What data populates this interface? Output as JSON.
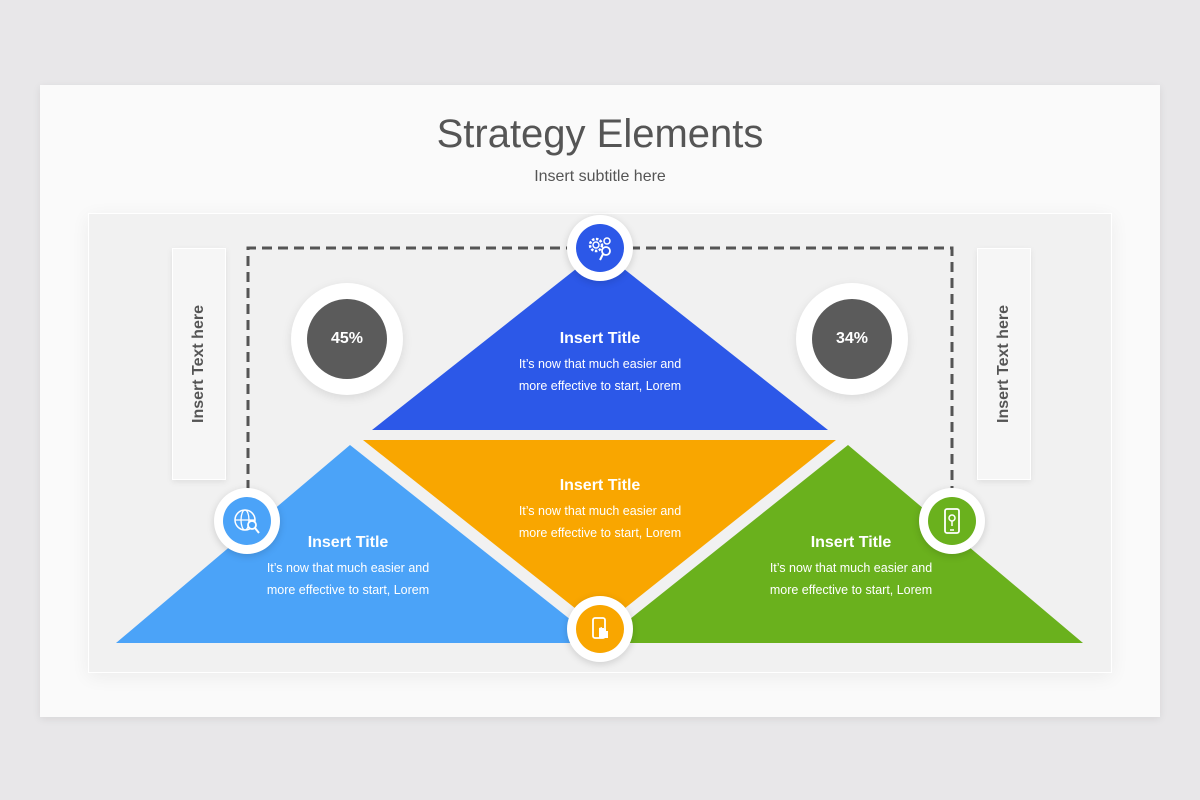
{
  "header": {
    "title": "Strategy Elements",
    "subtitle": "Insert subtitle here"
  },
  "side_labels": {
    "left": "Insert Text here",
    "right": "Insert Text here"
  },
  "percentages": {
    "left": "45%",
    "right": "34%"
  },
  "colors": {
    "top": "#2c58e8",
    "center": "#f9a600",
    "left": "#4ba3f8",
    "right": "#6ab11d",
    "stat": "#5b5b5b"
  },
  "elements": [
    {
      "id": "top",
      "title": "Insert Title",
      "line1": "It’s now that much easier and",
      "line2": "more effective to start, Lorem",
      "icon": "gears-search-icon"
    },
    {
      "id": "center",
      "title": "Insert Title",
      "line1": "It’s now that much easier and",
      "line2": "more effective to start, Lorem",
      "icon": "mobile-touch-icon"
    },
    {
      "id": "left",
      "title": "Insert Title",
      "line1": "It’s now that much easier and",
      "line2": "more effective to start, Lorem",
      "icon": "globe-search-icon"
    },
    {
      "id": "right",
      "title": "Insert Title",
      "line1": "It’s now that much easier and",
      "line2": "more effective to start, Lorem",
      "icon": "mobile-location-icon"
    }
  ]
}
